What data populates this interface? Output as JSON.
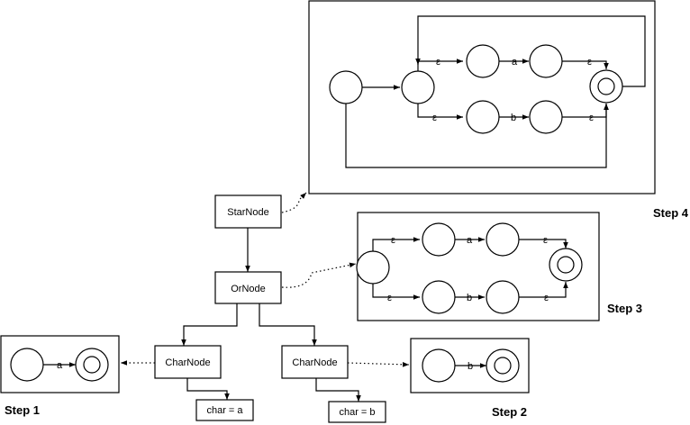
{
  "tree": {
    "star": "StarNode",
    "or": "OrNode",
    "char_left": "CharNode",
    "char_right": "CharNode",
    "leaf_left": "char = a",
    "leaf_right": "char = b"
  },
  "steps": {
    "step1": "Step 1",
    "step2": "Step 2",
    "step3": "Step 3",
    "step4": "Step 4"
  },
  "transitions": {
    "a": "a",
    "b": "b",
    "epsilon": "ε"
  }
}
